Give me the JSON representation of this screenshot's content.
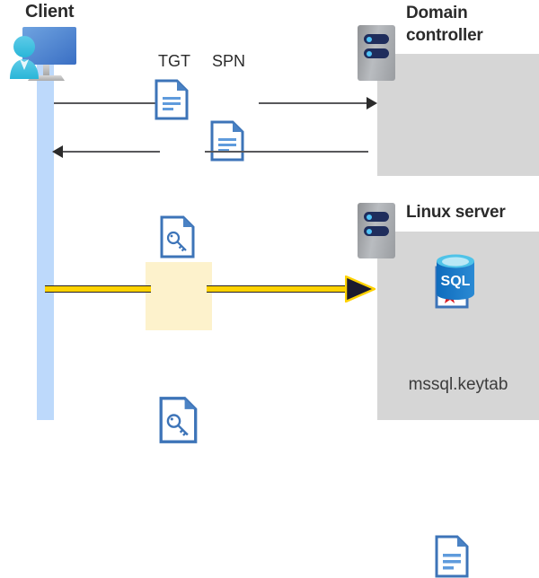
{
  "diagram": {
    "type": "sequence-flow",
    "description": "Kerberos authentication flow between a client, a domain controller and a Linux server hosting SQL Server"
  },
  "client": {
    "title": "Client",
    "icon": "workstation-user-icon",
    "lifeline_color": "#bdd9fb"
  },
  "domain_controller": {
    "title_line1": "Domain",
    "title_line2": "controller",
    "icon": "server-rack-icon",
    "box_color": "#d6d6d6",
    "contents": [
      {
        "name": "certificate-document-icon",
        "label": ""
      }
    ]
  },
  "linux_server": {
    "title": "Linux server",
    "icon": "server-rack-icon",
    "box_color": "#d6d6d6",
    "contents": [
      {
        "name": "sql-database-icon",
        "label": "SQL"
      },
      {
        "name": "keytab-document-icon",
        "label": "mssql.keytab"
      }
    ]
  },
  "flows": [
    {
      "id": "request",
      "direction": "client-to-domain-controller",
      "color": "#58585b",
      "labels": [
        "TGT",
        "SPN"
      ],
      "icons": [
        "text-document-icon",
        "text-document-icon"
      ]
    },
    {
      "id": "response",
      "direction": "domain-controller-to-client",
      "color": "#58585b",
      "labels": [],
      "icons": [
        "key-document-icon"
      ]
    },
    {
      "id": "service-ticket",
      "direction": "client-to-linux-server",
      "color": "#ffd200",
      "highlight_color": "#fdf2cc",
      "labels": [],
      "icons": [
        "key-document-icon"
      ]
    }
  ],
  "labels": {
    "tgt": "TGT",
    "spn": "SPN",
    "sql": "SQL",
    "keytab_file": "mssql.keytab"
  }
}
